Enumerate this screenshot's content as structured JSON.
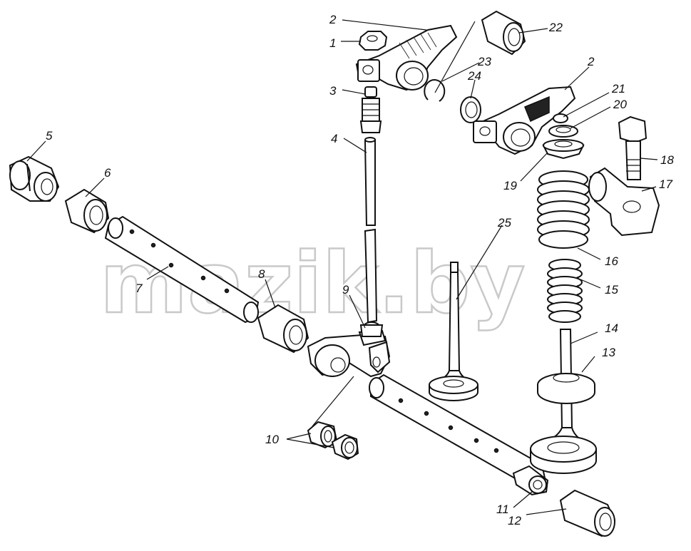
{
  "watermark": "mazik.by",
  "labels": [
    {
      "id": "1",
      "text": "1"
    },
    {
      "id": "2a",
      "text": "2"
    },
    {
      "id": "2b",
      "text": "2"
    },
    {
      "id": "3",
      "text": "3"
    },
    {
      "id": "4",
      "text": "4"
    },
    {
      "id": "5",
      "text": "5"
    },
    {
      "id": "6",
      "text": "6"
    },
    {
      "id": "7",
      "text": "7"
    },
    {
      "id": "8",
      "text": "8"
    },
    {
      "id": "9",
      "text": "9"
    },
    {
      "id": "10",
      "text": "10"
    },
    {
      "id": "11",
      "text": "11"
    },
    {
      "id": "12",
      "text": "12"
    },
    {
      "id": "13",
      "text": "13"
    },
    {
      "id": "14",
      "text": "14"
    },
    {
      "id": "15",
      "text": "15"
    },
    {
      "id": "16",
      "text": "16"
    },
    {
      "id": "17",
      "text": "17"
    },
    {
      "id": "18",
      "text": "18"
    },
    {
      "id": "19",
      "text": "19"
    },
    {
      "id": "20",
      "text": "20"
    },
    {
      "id": "21",
      "text": "21"
    },
    {
      "id": "22",
      "text": "22"
    },
    {
      "id": "23",
      "text": "23"
    },
    {
      "id": "24",
      "text": "24"
    },
    {
      "id": "25",
      "text": "25"
    }
  ]
}
